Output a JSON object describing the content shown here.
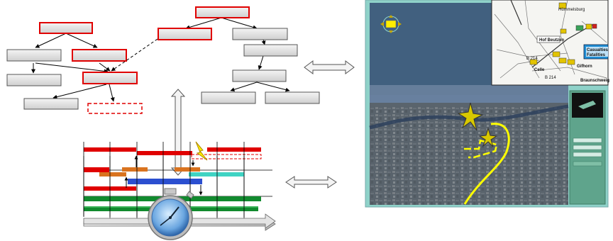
{
  "map_inset": {
    "place_labels": {
      "hummelsburg": "Hümmelsburg",
      "hof_beutzen": "Hof Beutzen",
      "celle": "Celle",
      "gifhorn": "Gifhorn",
      "braunschweig": "Braunschweig"
    },
    "road_labels": {
      "b214a": "B 214",
      "b214b": "B 214"
    },
    "info_box": {
      "casualties_label": "Casualties",
      "fatalities_label": "Fatalities"
    }
  },
  "colors": {
    "red": "#e00000",
    "orange": "#d9731f",
    "blue": "#2b4fd0",
    "green": "#118a2e",
    "teal": "#3fd3c3",
    "yellow": "#ffff00",
    "panel_green": "#5fa48c",
    "window_blue": "#8fd2c9"
  },
  "icons": [
    "double-arrow-icon",
    "lightning-icon",
    "stopwatch-icon",
    "star-marker-icon",
    "navigation-compass-icon"
  ]
}
